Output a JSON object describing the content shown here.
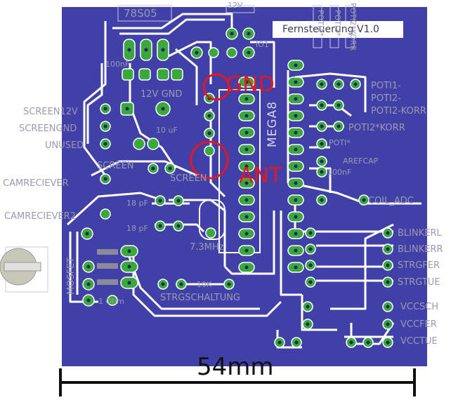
{
  "title": "Fernsteuerung V1.0",
  "regulator": "78S05",
  "chip": "MEGA8",
  "dimension": "54mm",
  "annotations": {
    "gnd": "GND",
    "ant": "ANT"
  },
  "labels": {
    "v12gnd": "12V GND",
    "screen12v": "SCREEN12V",
    "screengnd": "SCREENGND",
    "unused": "UNUSED",
    "screen": "SCREEN",
    "screen2": "SCREEN",
    "camreciever": "CAMRECIEVER",
    "camreciever2": "CAMRECIEVER2",
    "pf18a": "18 pF",
    "pf18b": "18 pF",
    "mhz": "7.3MHz",
    "k10": "10K",
    "strgschaltung": "STRGSCHALTUNG",
    "ohm": "1 Ohm",
    "mosfet": "MOSFET",
    "uf10": "10 uF",
    "poti1": "POTI1-",
    "poti2": "POTI2-",
    "poti2korr": "POTI2-KORR",
    "poti2korr2": "POTI2*KORR",
    "poti": "POTI*",
    "arefcap": "AREFCAP",
    "nf100": "100nF",
    "coiladc": "COIL_ADC",
    "blinkerl": "BLINKERL",
    "blinkerr": "BLINKERR",
    "strgfer": "STRGFER",
    "strgtue": "STRGTUE",
    "vccsch": "VCCSCH",
    "vccfer": "VCCFER",
    "vcctue": "VCCTUE",
    "nf100b": "100nF",
    "potitop1": "POTI1*",
    "potitop2": "POTI2*",
    "potitop3": "POTI2*KORR",
    "v12top": "12V",
    "io1": "IO1"
  },
  "colors": {
    "board": "#4040a8",
    "copper": "#2c2c96",
    "trace": "#ffffff",
    "pad": "#3aa83a",
    "hole": "#202070",
    "annotation": "#e8151b"
  }
}
